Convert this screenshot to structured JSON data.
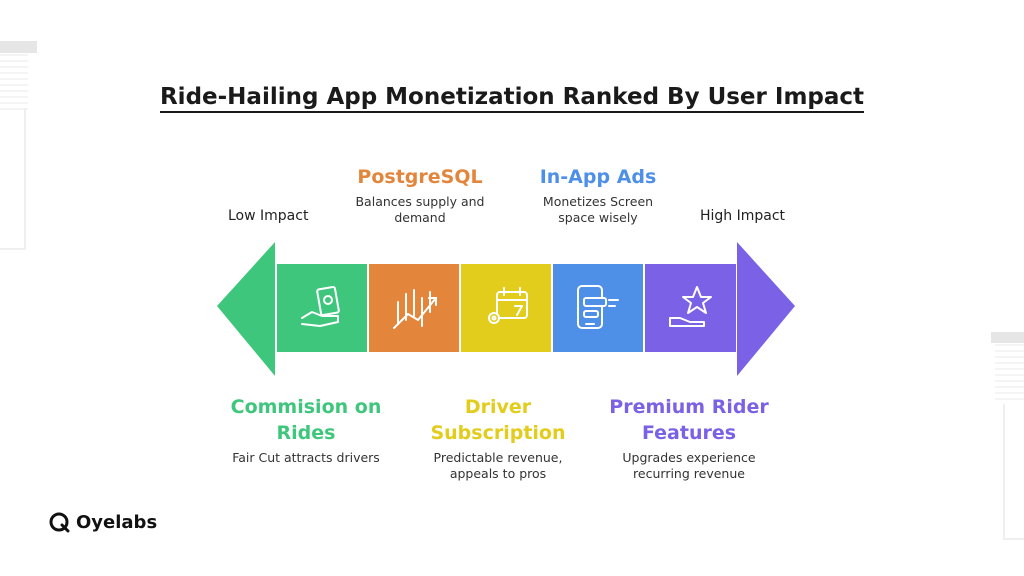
{
  "title": "Ride-Hailing App Monetization Ranked By User Impact",
  "scale": {
    "low_label": "Low Impact",
    "high_label": "High Impact"
  },
  "segments": [
    {
      "name": "Commision on Rides",
      "description": "Fair Cut attracts drivers",
      "color": "#3ec77c",
      "icon": "hand-holding-cash-icon"
    },
    {
      "name": "PostgreSQL",
      "description": "Balances supply and demand",
      "color": "#e3853a",
      "icon": "trend-chart-icon"
    },
    {
      "name": "Driver Subscription",
      "description": "Predictable revenue, appeals to pros",
      "color": "#e2cc1c",
      "icon": "calendar-gear-icon"
    },
    {
      "name": "In-App Ads",
      "description": "Monetizes Screen space wisely",
      "color": "#4e8fe8",
      "icon": "phone-ad-icon"
    },
    {
      "name": "Premium Rider Features",
      "description": "Upgrades experience recurring revenue",
      "color": "#7b61e6",
      "icon": "hand-star-icon"
    }
  ],
  "callouts": {
    "postgres": {
      "head": "PostgreSQL",
      "desc": "Balances supply and demand",
      "color": "#e3853a"
    },
    "ads": {
      "head": "In-App Ads",
      "desc": "Monetizes Screen space wisely",
      "color": "#4e8fe8"
    },
    "commission": {
      "head": "Commision on Rides",
      "desc": "Fair Cut attracts drivers",
      "color": "#3ec77c"
    },
    "subscription": {
      "head": "Driver Subscription",
      "desc": "Predictable revenue, appeals to pros",
      "color": "#e2cc1c"
    },
    "premium": {
      "head": "Premium Rider Features",
      "desc": "Upgrades experience recurring revenue",
      "color": "#7b61e6"
    }
  },
  "brand": {
    "name": "Oyelabs",
    "icon": "oyelabs-logo-icon"
  }
}
